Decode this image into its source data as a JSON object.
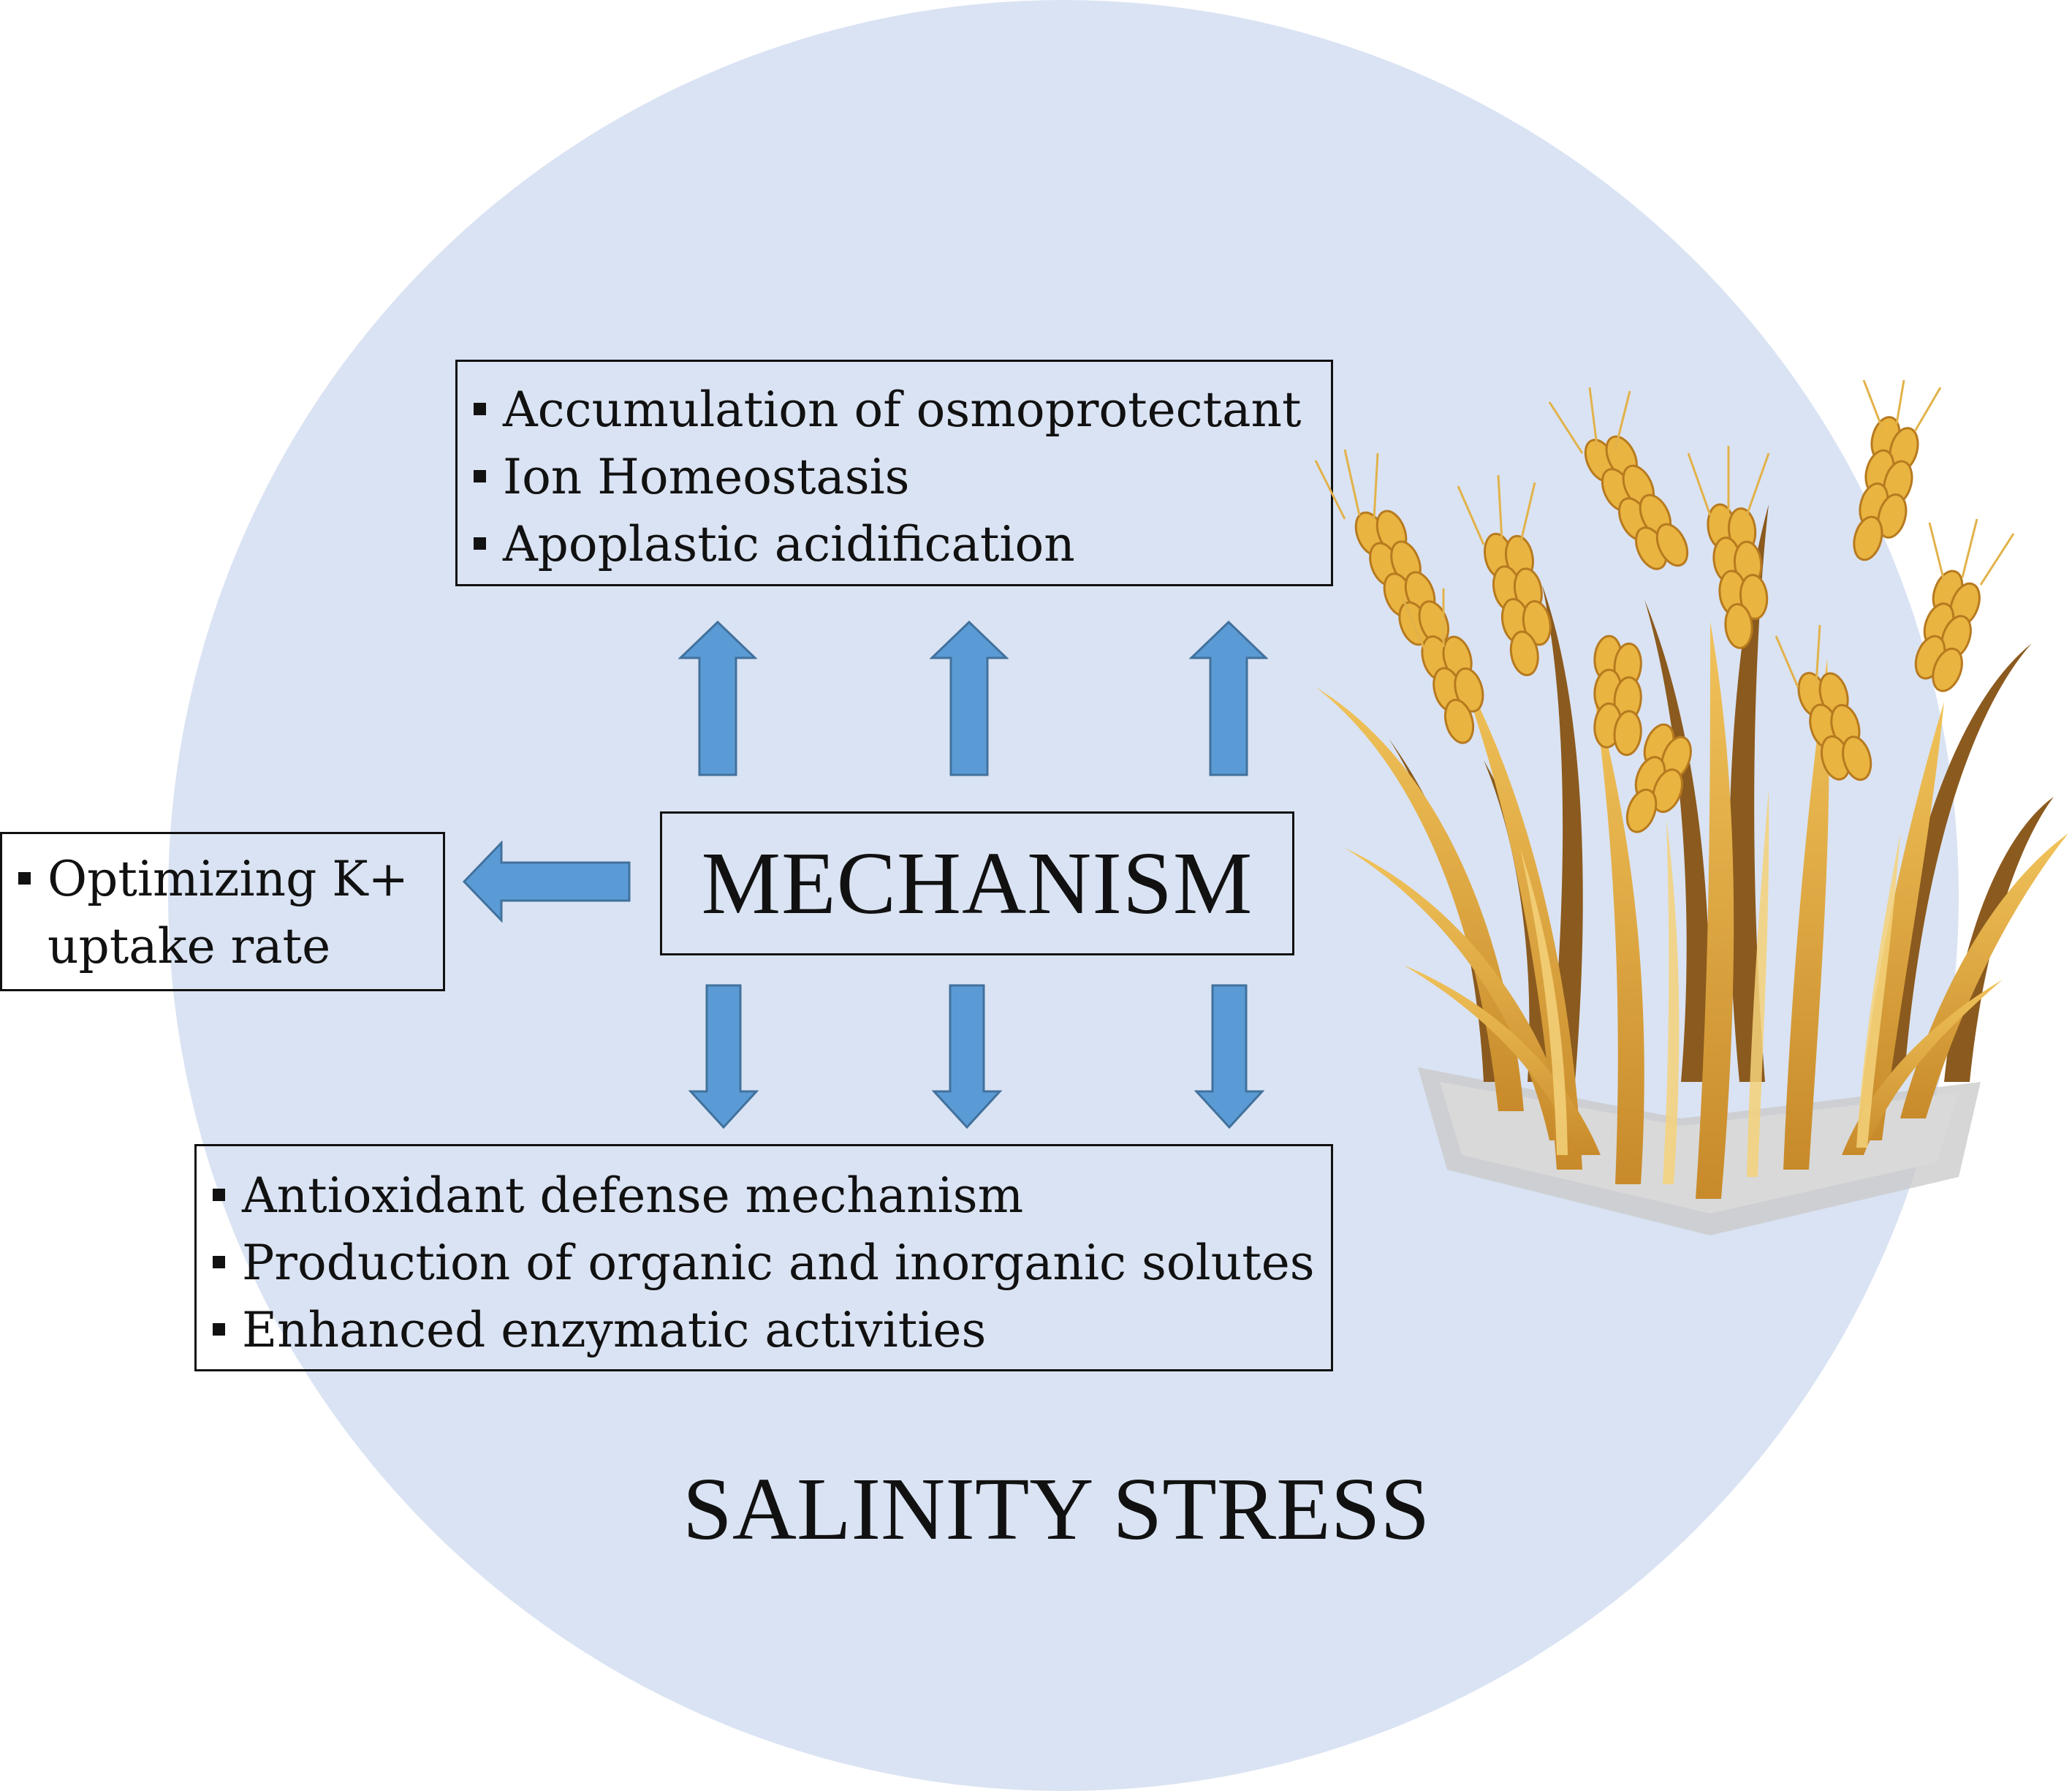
{
  "diagram": {
    "center_label": "MECHANISM",
    "context_label": "SALINITY STRESS",
    "top_box": {
      "items": [
        "Accumulation of osmoprotectant",
        "Ion Homeostasis",
        "Apoplastic acidification"
      ]
    },
    "left_box": {
      "items": [
        "Optimizing K+ uptake rate"
      ]
    },
    "bottom_box": {
      "items": [
        "Antioxidant defense mechanism",
        "Production of organic and inorganic solutes",
        "Enhanced enzymatic activities"
      ]
    },
    "arrows": {
      "up": 3,
      "down": 3,
      "left": 1
    },
    "illustration": "wheat-plant",
    "colors": {
      "background_circle": "#dae3f3",
      "arrow_fill": "#5b9bd5",
      "arrow_stroke": "#41719c",
      "box_border": "#111111"
    }
  }
}
